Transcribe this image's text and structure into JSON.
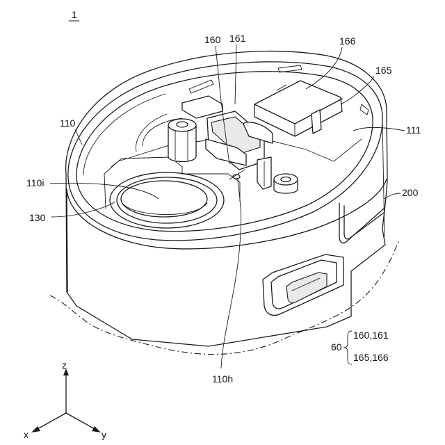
{
  "figure": {
    "number": "1",
    "labels": {
      "l160": "160",
      "l161": "161",
      "l166": "166",
      "l165": "165",
      "l110": "110",
      "l111": "111",
      "l110i": "110i",
      "l200": "200",
      "l130": "130",
      "l110h": "110h"
    },
    "group": {
      "number": "60",
      "line1": "160,161",
      "line2": "165,166"
    },
    "axes": {
      "z": "z",
      "x": "x",
      "y": "y"
    }
  }
}
